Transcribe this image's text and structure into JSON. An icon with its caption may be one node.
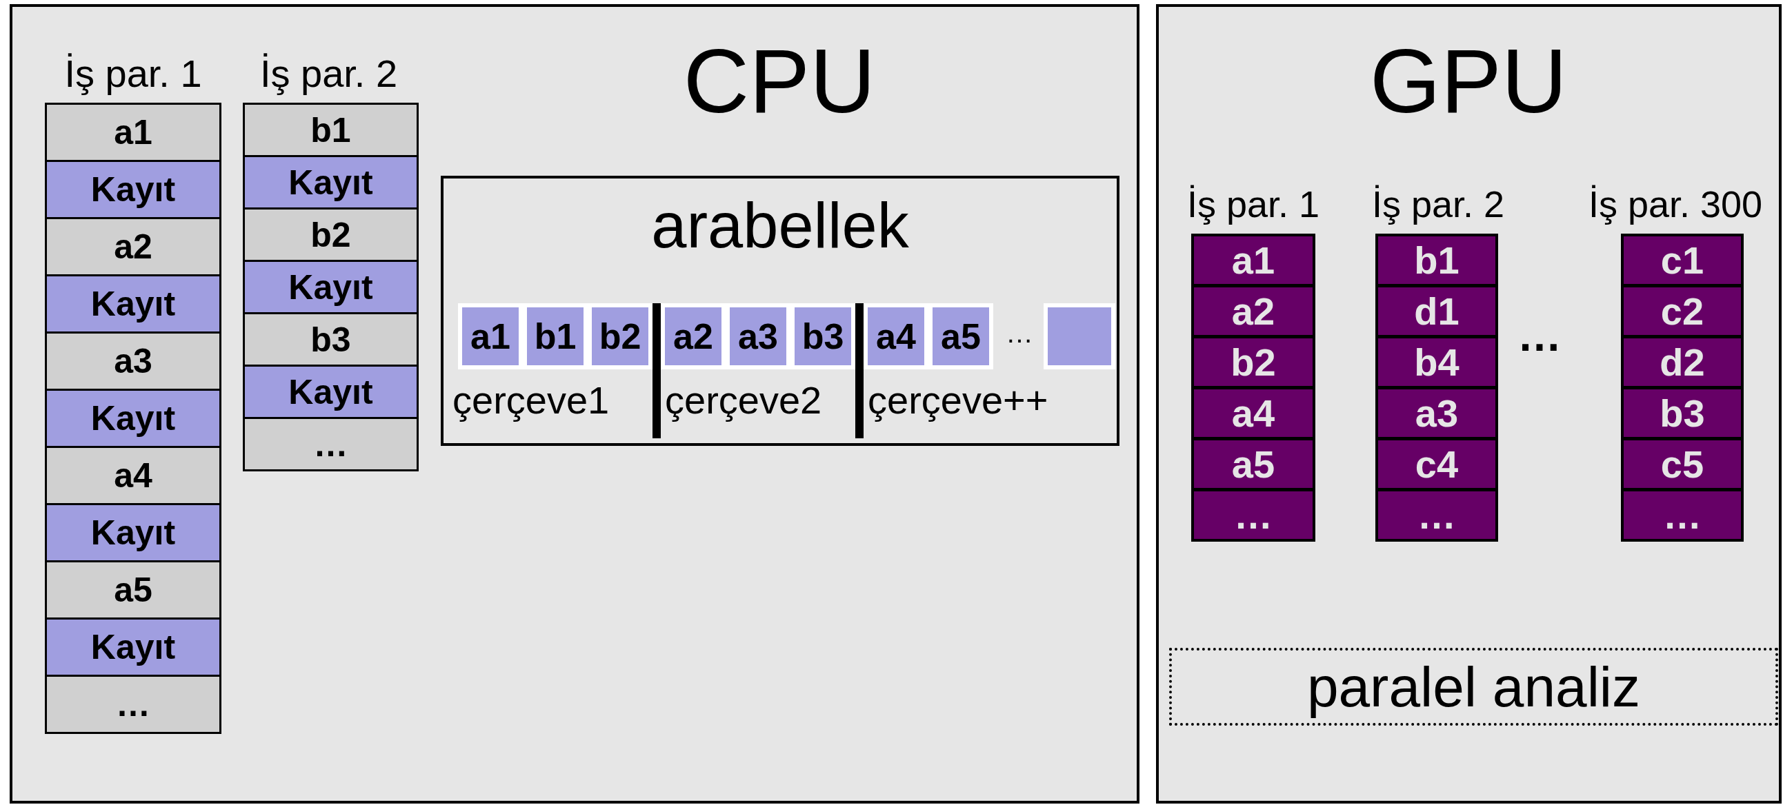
{
  "diagram": {
    "nodes": [
      {
        "text": [
          "CPU"
        ]
      },
      {
        "text": [
          "İş par. 1"
        ],
        "in": 0
      },
      {
        "text": [
          "a1"
        ],
        "in": 1
      },
      {
        "text": [
          "Kayıt"
        ],
        "in": 1
      },
      {
        "text": [
          "a2"
        ],
        "in": 1
      },
      {
        "text": [
          "Kayıt"
        ],
        "in": 1
      },
      {
        "text": [
          "a3"
        ],
        "in": 1
      },
      {
        "text": [
          "Kayıt"
        ],
        "in": 1
      },
      {
        "text": [
          "a4"
        ],
        "in": 1
      },
      {
        "text": [
          "Kayıt"
        ],
        "in": 1
      },
      {
        "text": [
          "a5"
        ],
        "in": 1
      },
      {
        "text": [
          "Kayıt"
        ],
        "in": 1
      },
      {
        "text": [
          "…"
        ],
        "in": 1
      },
      {
        "text": [
          "İş par. 2"
        ],
        "in": 0
      },
      {
        "text": [
          "b1"
        ],
        "in": 13
      },
      {
        "text": [
          "Kayıt"
        ],
        "in": 13
      },
      {
        "text": [
          "b2"
        ],
        "in": 13
      },
      {
        "text": [
          "Kayıt"
        ],
        "in": 13
      },
      {
        "text": [
          "b3"
        ],
        "in": 13
      },
      {
        "text": [
          "Kayıt"
        ],
        "in": 13
      },
      {
        "text": [
          "…"
        ],
        "in": 13
      },
      {
        "text": [
          "arabellek"
        ],
        "in": 0
      },
      {
        "text": [
          "a1"
        ],
        "in": 21
      },
      {
        "text": [
          "b1"
        ],
        "in": 21
      },
      {
        "text": [
          "b2"
        ],
        "in": 21
      },
      {
        "text": [
          "a2"
        ],
        "in": 21
      },
      {
        "text": [
          "a3"
        ],
        "in": 21
      },
      {
        "text": [
          "b3"
        ],
        "in": 21
      },
      {
        "text": [
          "a4"
        ],
        "in": 21
      },
      {
        "text": [
          "a5"
        ],
        "in": 21
      },
      {
        "text": [],
        "shape": "box",
        "in": 21
      },
      {
        "text": [
          "GPU"
        ]
      },
      {
        "text": [
          "İş par. 1"
        ],
        "in": 31
      },
      {
        "text": [
          "a1"
        ],
        "in": 32
      },
      {
        "text": [
          "a2"
        ],
        "in": 32
      },
      {
        "text": [
          "b2"
        ],
        "in": 32
      },
      {
        "text": [
          "a4"
        ],
        "in": 32
      },
      {
        "text": [
          "a5"
        ],
        "in": 32
      },
      {
        "text": [
          "…"
        ],
        "in": 32
      },
      {
        "text": [
          "İş par. 2"
        ],
        "in": 31
      },
      {
        "text": [
          "b1"
        ],
        "in": 39
      },
      {
        "text": [
          "d1"
        ],
        "in": 39
      },
      {
        "text": [
          "b4"
        ],
        "in": 39
      },
      {
        "text": [
          "a3"
        ],
        "in": 39
      },
      {
        "text": [
          "c4"
        ],
        "in": 39
      },
      {
        "text": [
          "…"
        ],
        "in": 39
      },
      {
        "text": [
          "İş par. 300"
        ],
        "in": 31
      },
      {
        "text": [
          "c1"
        ],
        "in": 46
      },
      {
        "text": [
          "c2"
        ],
        "in": 46
      },
      {
        "text": [
          "d2"
        ],
        "in": 46
      },
      {
        "text": [
          "b3"
        ],
        "in": 46
      },
      {
        "text": [
          "c5"
        ],
        "in": 46
      },
      {
        "text": [
          "…"
        ],
        "in": 46
      },
      {
        "text": [
          "paralel analiz"
        ],
        "in": 31
      }
    ],
    "labels": [
      "…",
      "çerçeve1",
      "çerçeve2",
      "çerçeve++",
      "…"
    ]
  }
}
